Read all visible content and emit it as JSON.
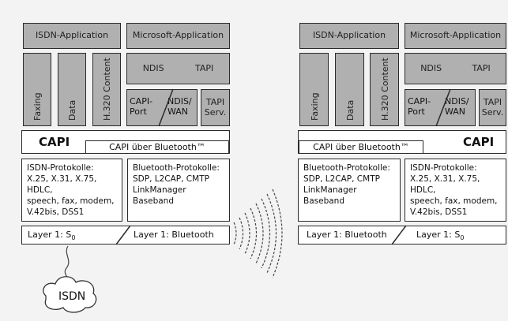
{
  "left": {
    "isdn_application": "ISDN-Application",
    "microsoft_application": "Microsoft-Application",
    "faxing": "Faxing",
    "data": "Data",
    "h320": "H.320 Content",
    "ndis": "NDIS",
    "tapi": "TAPI",
    "capi_port": "CAPI-\nPort",
    "ndis_wan": "NDIS/\nWAN",
    "tapi_serv": "TAPI\nServ.",
    "capi": "CAPI",
    "capi_bt": "CAPI über Bluetooth™",
    "isdn_protocols": "ISDN-Protokolle:\nX.25, X.31, X.75, HDLC,\nspeech, fax, modem,\nV.42bis, DSS1",
    "bt_protocols": "Bluetooth-Protokolle:\nSDP, L2CAP, CMTP\nLinkManager\nBaseband",
    "layer1_s0": "Layer 1: S",
    "layer1_s0_sub": "0",
    "layer1_bt": "Layer 1: Bluetooth"
  },
  "right": {
    "isdn_application": "ISDN-Application",
    "microsoft_application": "Microsoft-Application",
    "faxing": "Faxing",
    "data": "Data",
    "h320": "H.320 Content",
    "ndis": "NDIS",
    "tapi": "TAPI",
    "capi_port": "CAPI-\nPort",
    "ndis_wan": "NDIS/\nWAN",
    "tapi_serv": "TAPI\nServ.",
    "capi": "CAPI",
    "capi_bt": "CAPI über Bluetooth™",
    "bt_protocols": "Bluetooth-Protokolle:\nSDP, L2CAP, CMTP\nLinkManager\nBaseband",
    "isdn_protocols": "ISDN-Protokolle:\nX.25, X.31, X.75, HDLC,\nspeech, fax, modem,\nV.42bis, DSS1",
    "layer1_bt": "Layer 1: Bluetooth",
    "layer1_s0": "Layer 1: S",
    "layer1_s0_sub": "0"
  },
  "cloud_label": "ISDN"
}
